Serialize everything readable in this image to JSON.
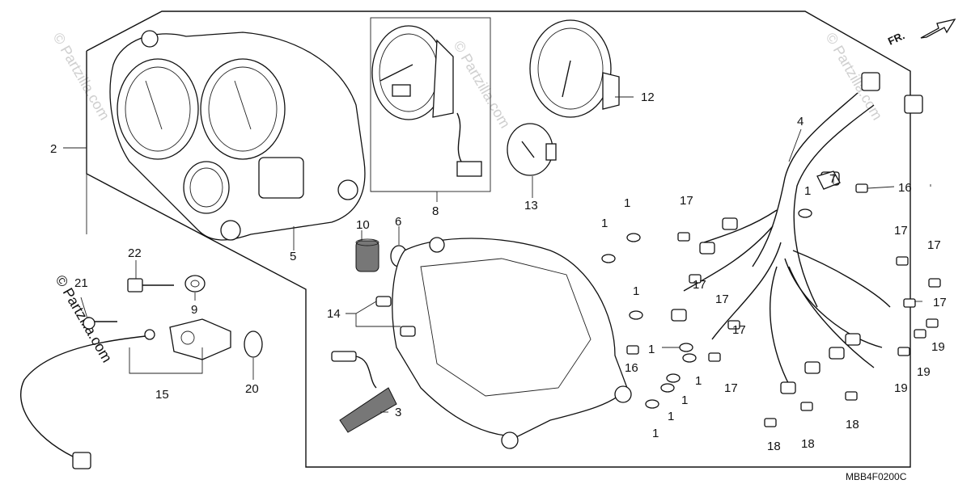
{
  "diagram": {
    "code": "MBB4F0200C",
    "direction_label": "FR.",
    "watermark": "© Partzilla.com",
    "callouts": {
      "c1a": "1",
      "c1b": "1",
      "c1c": "1",
      "c1d": "1",
      "c1e": "1",
      "c1f": "1",
      "c1g": "1",
      "c1h": "1",
      "c1i": "1",
      "c2": "2",
      "c3": "3",
      "c4": "4",
      "c5": "5",
      "c6": "6",
      "c7": "7",
      "c8": "8",
      "c9": "9",
      "c10": "10",
      "c12": "12",
      "c13": "13",
      "c14": "14",
      "c15": "15",
      "c16a": "16",
      "c16b": "16",
      "c17a": "17",
      "c17b": "17",
      "c17c": "17",
      "c17d": "17",
      "c17e": "17",
      "c17f": "17",
      "c17g": "17",
      "c17h": "17",
      "c18a": "18",
      "c18b": "18",
      "c18c": "18",
      "c19a": "19",
      "c19b": "19",
      "c19c": "19",
      "c20": "20",
      "c21": "21",
      "c22": "22"
    }
  }
}
